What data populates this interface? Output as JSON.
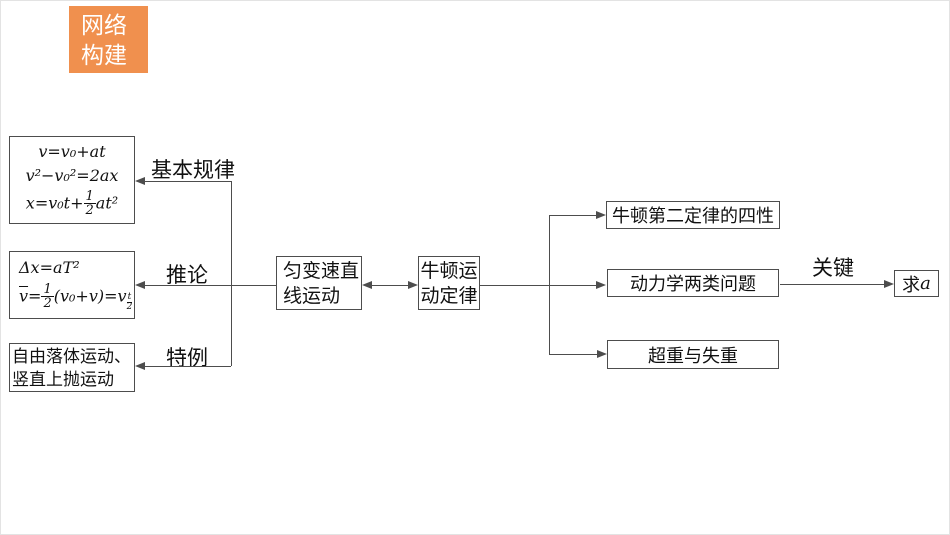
{
  "badge": {
    "line1": "网络",
    "line2": "构建"
  },
  "colors": {
    "badge_bg": "#F0904E",
    "badge_text": "#ffffff",
    "line": "#4d4d4d",
    "text": "#111111"
  },
  "formula_box": {
    "f1": "v=v₀+at",
    "f2": "v²−v₀²=2ax",
    "f3_pre": "x=v₀t+",
    "f3_num": "1",
    "f3_den": "2",
    "f3_post": "at²"
  },
  "corollary_box": {
    "f1": "Δx=aT²",
    "f2_v": "v",
    "f2_eq": "=",
    "f2_num": "1",
    "f2_den": "2",
    "f2_mid": "(v₀+v)=v",
    "f2_sub_num": "t",
    "f2_sub_den": "2"
  },
  "special_box": {
    "line1": "自由落体运动、",
    "line2": "竖直上抛运动"
  },
  "uniform_box": {
    "line1": "匀变速直",
    "line2": "线运动"
  },
  "newton_box": {
    "line1": "牛顿运",
    "line2": "动定律"
  },
  "four_properties_box": {
    "label": "牛顿第二定律的四性"
  },
  "dynamics_box": {
    "label": "动力学两类问题"
  },
  "weight_box": {
    "label": "超重与失重"
  },
  "find_a_box": {
    "prefix": "求",
    "variable": "a"
  },
  "edge_labels": {
    "basic": "基本规律",
    "corollary": "推论",
    "special": "特例",
    "key": "关键"
  }
}
